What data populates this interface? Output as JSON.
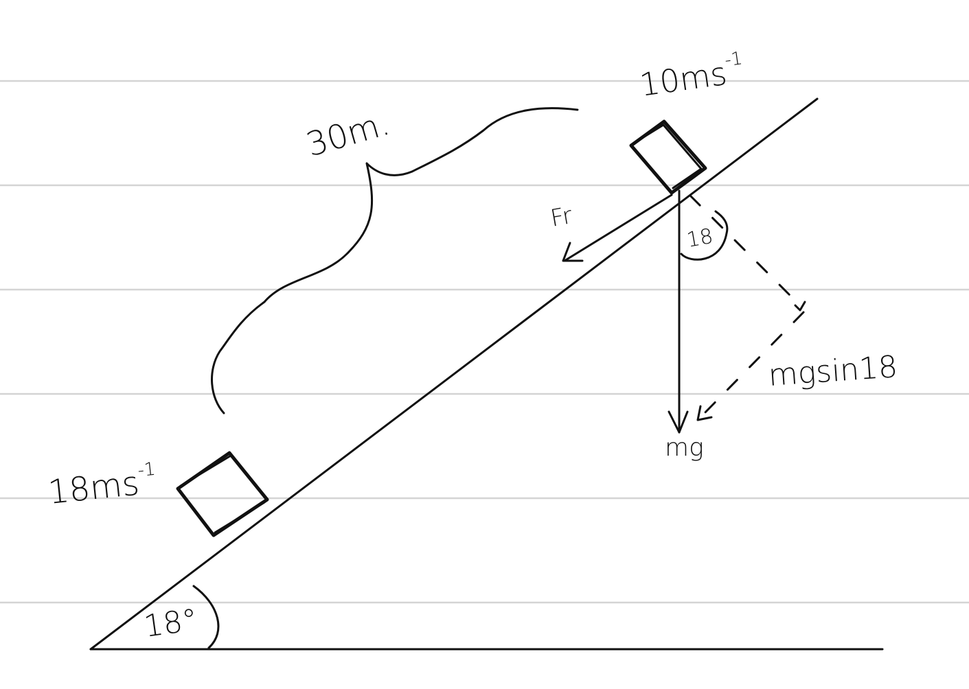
{
  "labels": {
    "speed_top": "10ms",
    "speed_top_exp": "-1",
    "speed_bottom": "18ms",
    "speed_bottom_exp": "-1",
    "distance": "30m.",
    "friction": "Fr",
    "weight": "mg",
    "component": "mgsin18",
    "angle_incline": "18°",
    "angle_weight": "18"
  },
  "colors": {
    "ink": "#111111",
    "ruled_lines": "#d4d4d4",
    "paper": "#ffffff"
  }
}
